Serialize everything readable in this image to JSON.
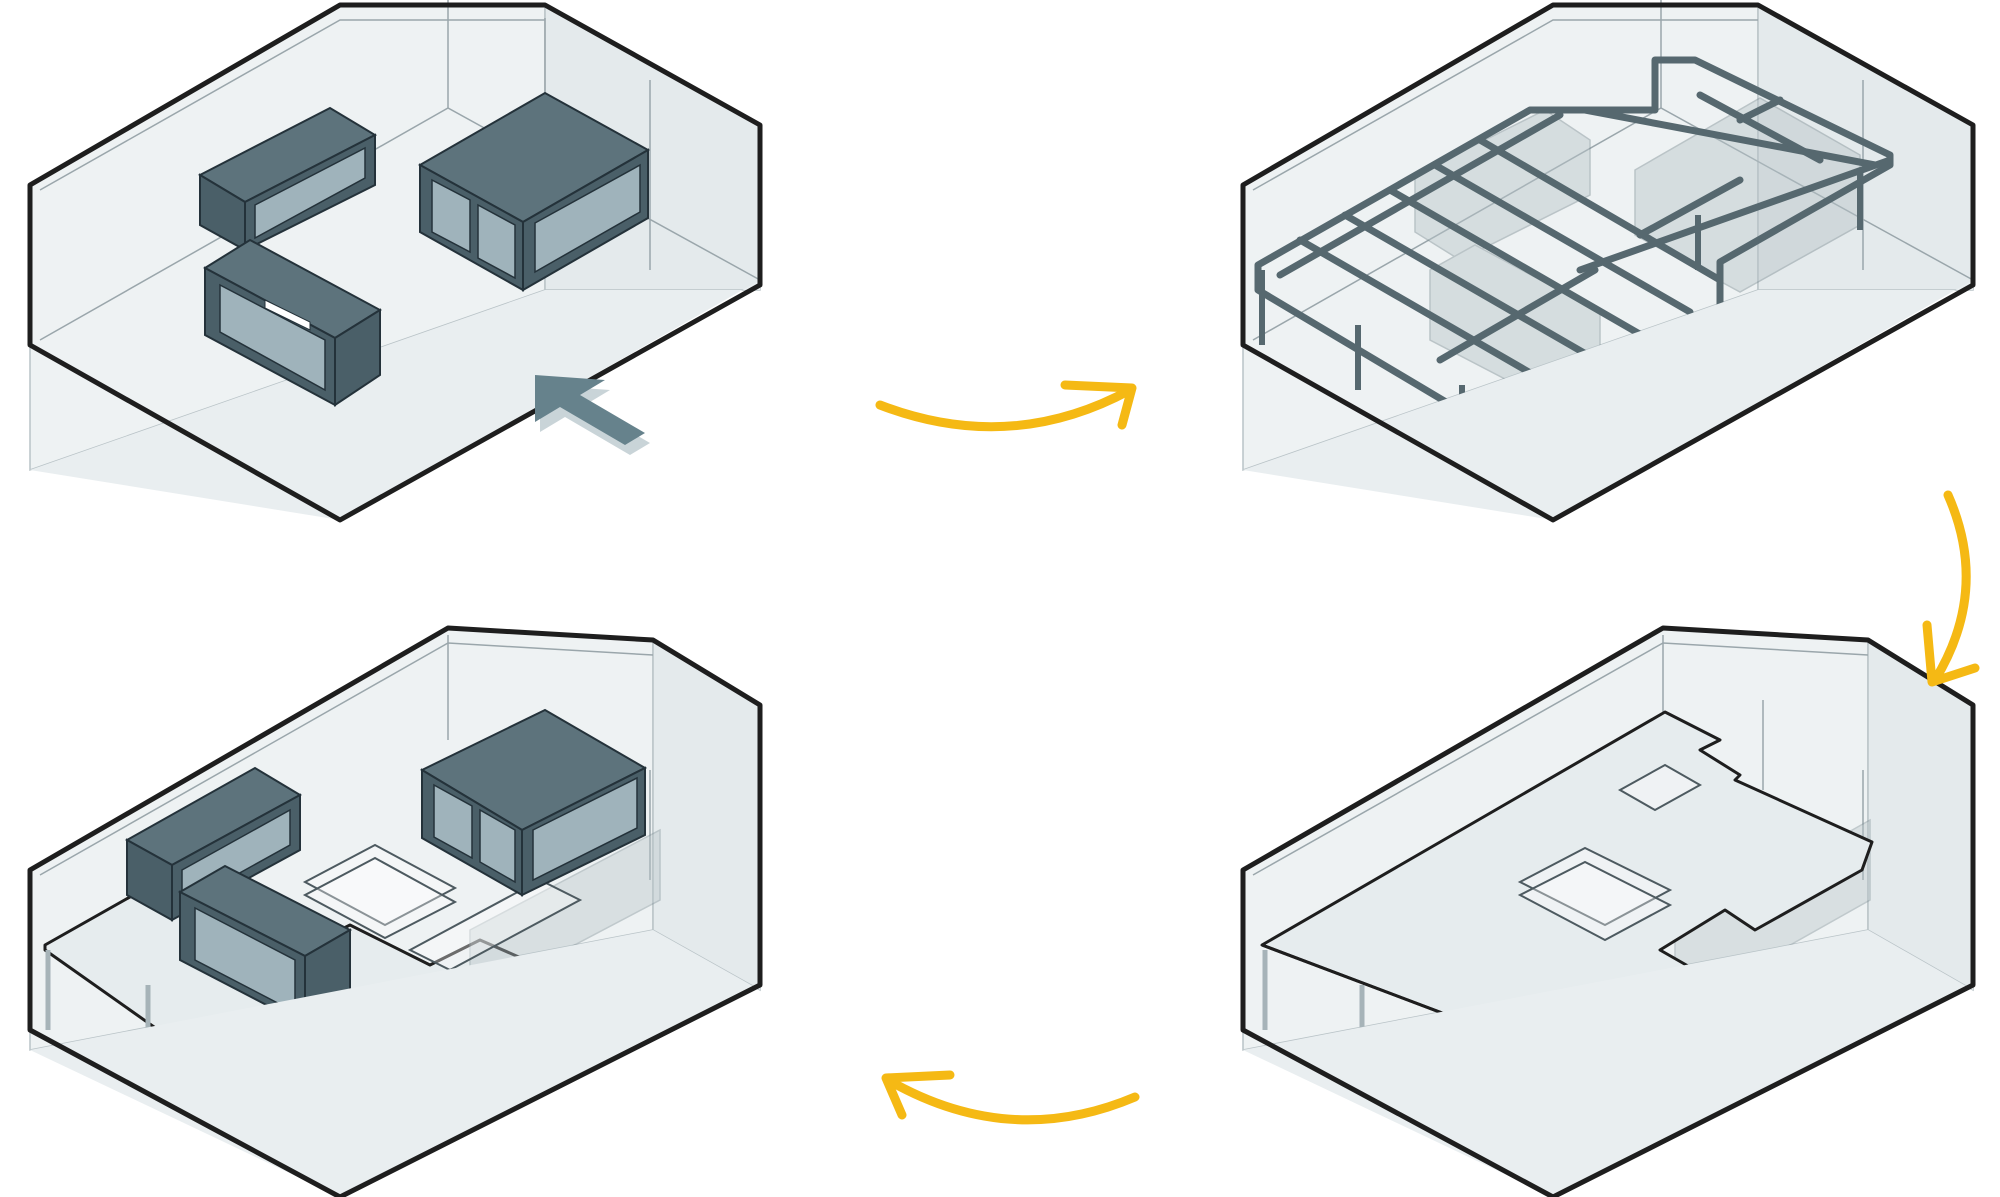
{
  "diagram": {
    "type": "isometric-process-diagram",
    "panels": [
      {
        "id": "step-1",
        "subject": "containers-in-empty-warehouse",
        "entry_arrow": true
      },
      {
        "id": "step-2",
        "subject": "steel-frame-mezzanine-over-containers"
      },
      {
        "id": "step-3",
        "subject": "mezzanine-floor-deck-with-stair"
      },
      {
        "id": "step-4",
        "subject": "containers-on-mezzanine"
      }
    ],
    "flow": [
      "step-1",
      "step-2",
      "step-3",
      "step-4"
    ],
    "colors": {
      "wall_outline": "#1e1e1e",
      "wall_fill": "#eef2f3",
      "floor_fill": "#e9eef0",
      "container_fill": "#4a5f68",
      "container_top": "#5d737c",
      "container_glass": "#9fb3bb",
      "frame": "#56686f",
      "deck": "#e6ecee",
      "entry_arrow": "#66828c",
      "flow_arrow": "#f5b914"
    }
  }
}
